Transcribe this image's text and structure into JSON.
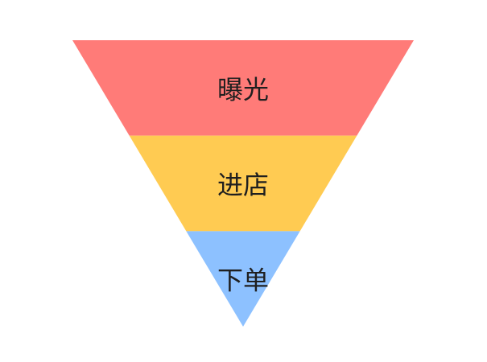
{
  "chart_data": {
    "type": "funnel",
    "title": "",
    "stages": [
      {
        "label": "曝光",
        "color": "#ff7b78"
      },
      {
        "label": "进店",
        "color": "#ffcb52"
      },
      {
        "label": "下单",
        "color": "#8dc1ff"
      }
    ]
  }
}
